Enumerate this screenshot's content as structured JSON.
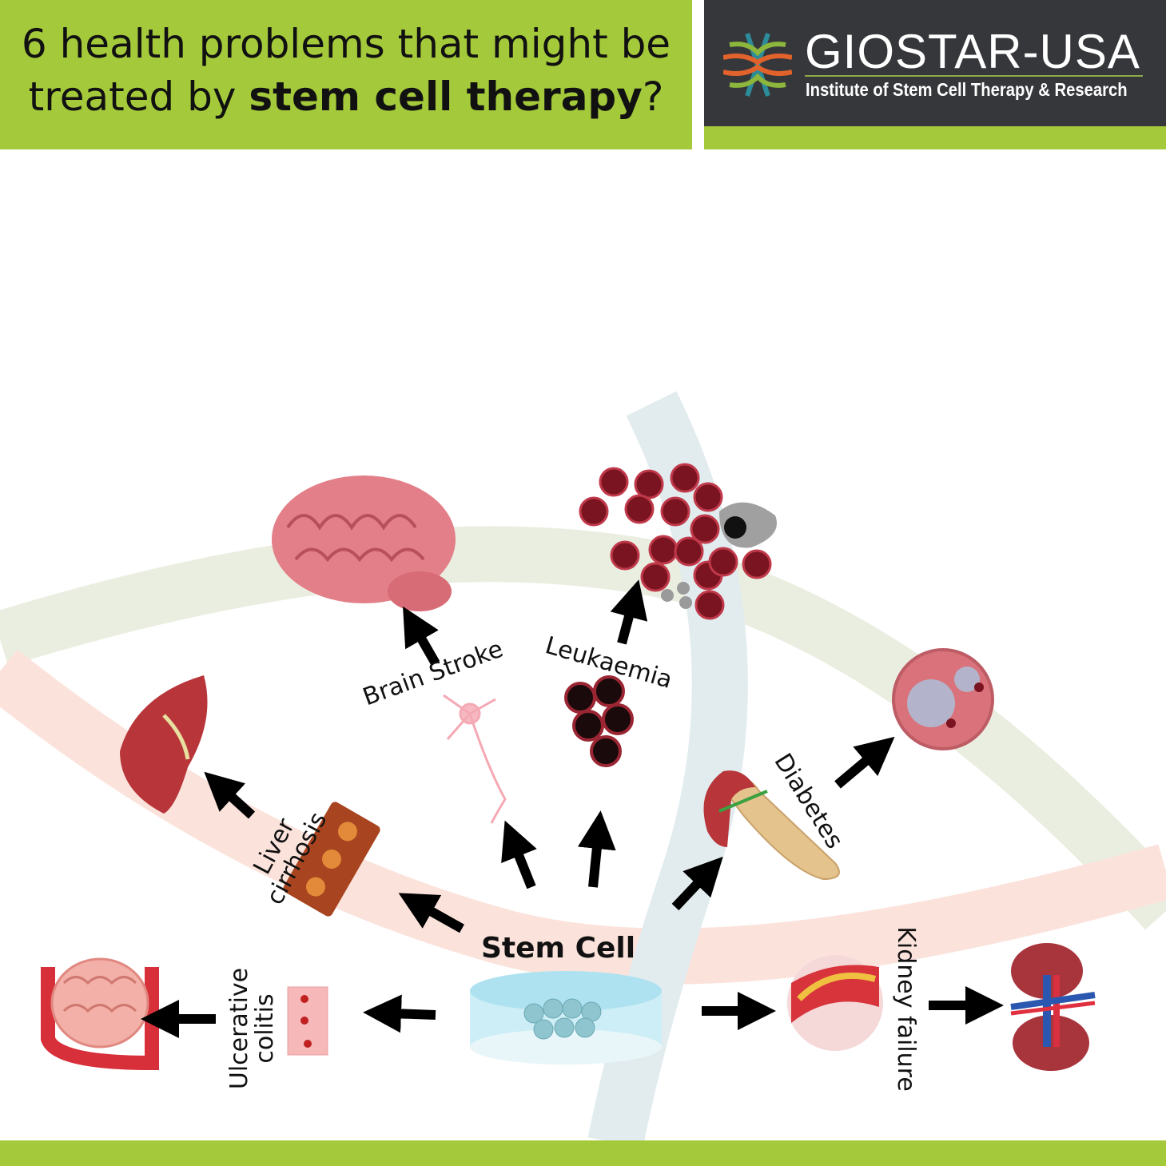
{
  "header": {
    "title_part1": "6 health problems that might be",
    "title_part2": "treated by ",
    "title_bold": "stem cell therapy",
    "title_end": "?"
  },
  "logo": {
    "brand": "GIOSTAR-USA",
    "tagline": "Institute of Stem Cell Therapy & Research"
  },
  "diagram": {
    "center_label": "Stem Cell",
    "conditions": [
      {
        "label": "Brain Stroke",
        "icon": "brain-icon"
      },
      {
        "label": "Leukaemia",
        "icon": "blood-cells-icon"
      },
      {
        "label": "Liver",
        "label2": "cirrhosis",
        "icon": "liver-icon"
      },
      {
        "label": "Diabetes",
        "icon": "pancreas-icon"
      },
      {
        "label": "Ulcerative",
        "label2": "colitis",
        "icon": "intestine-icon"
      },
      {
        "label": "Kidney failure",
        "icon": "kidney-icon"
      }
    ]
  },
  "colors": {
    "accent_green": "#a4c93a",
    "logo_background": "#36373b",
    "band_pink": "#fbe3dc",
    "band_green": "#eaeee0",
    "band_blue": "#e2ecef",
    "tissue_red": "#b8353a"
  }
}
